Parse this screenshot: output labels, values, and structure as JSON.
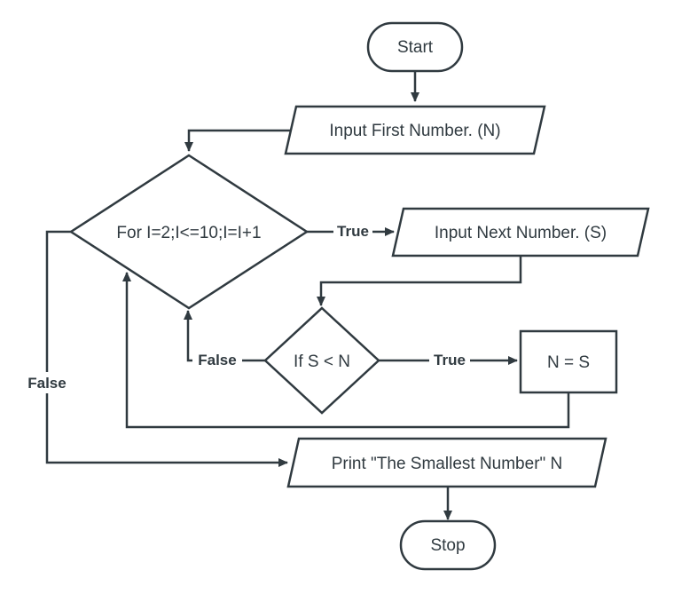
{
  "nodes": {
    "start": "Start",
    "input_first": "Input First Number. (N)",
    "loop": "For I=2;I<=10;I=I+1",
    "input_next": "Input Next Number. (S)",
    "compare": "If S < N",
    "assign": "N = S",
    "print": "Print \"The Smallest Number\" N",
    "stop": "Stop"
  },
  "edges": {
    "loop_true": "True",
    "loop_false": "False",
    "compare_true": "True",
    "compare_false": "False"
  },
  "colors": {
    "stroke": "#303a40",
    "fill": "#ffffff"
  }
}
